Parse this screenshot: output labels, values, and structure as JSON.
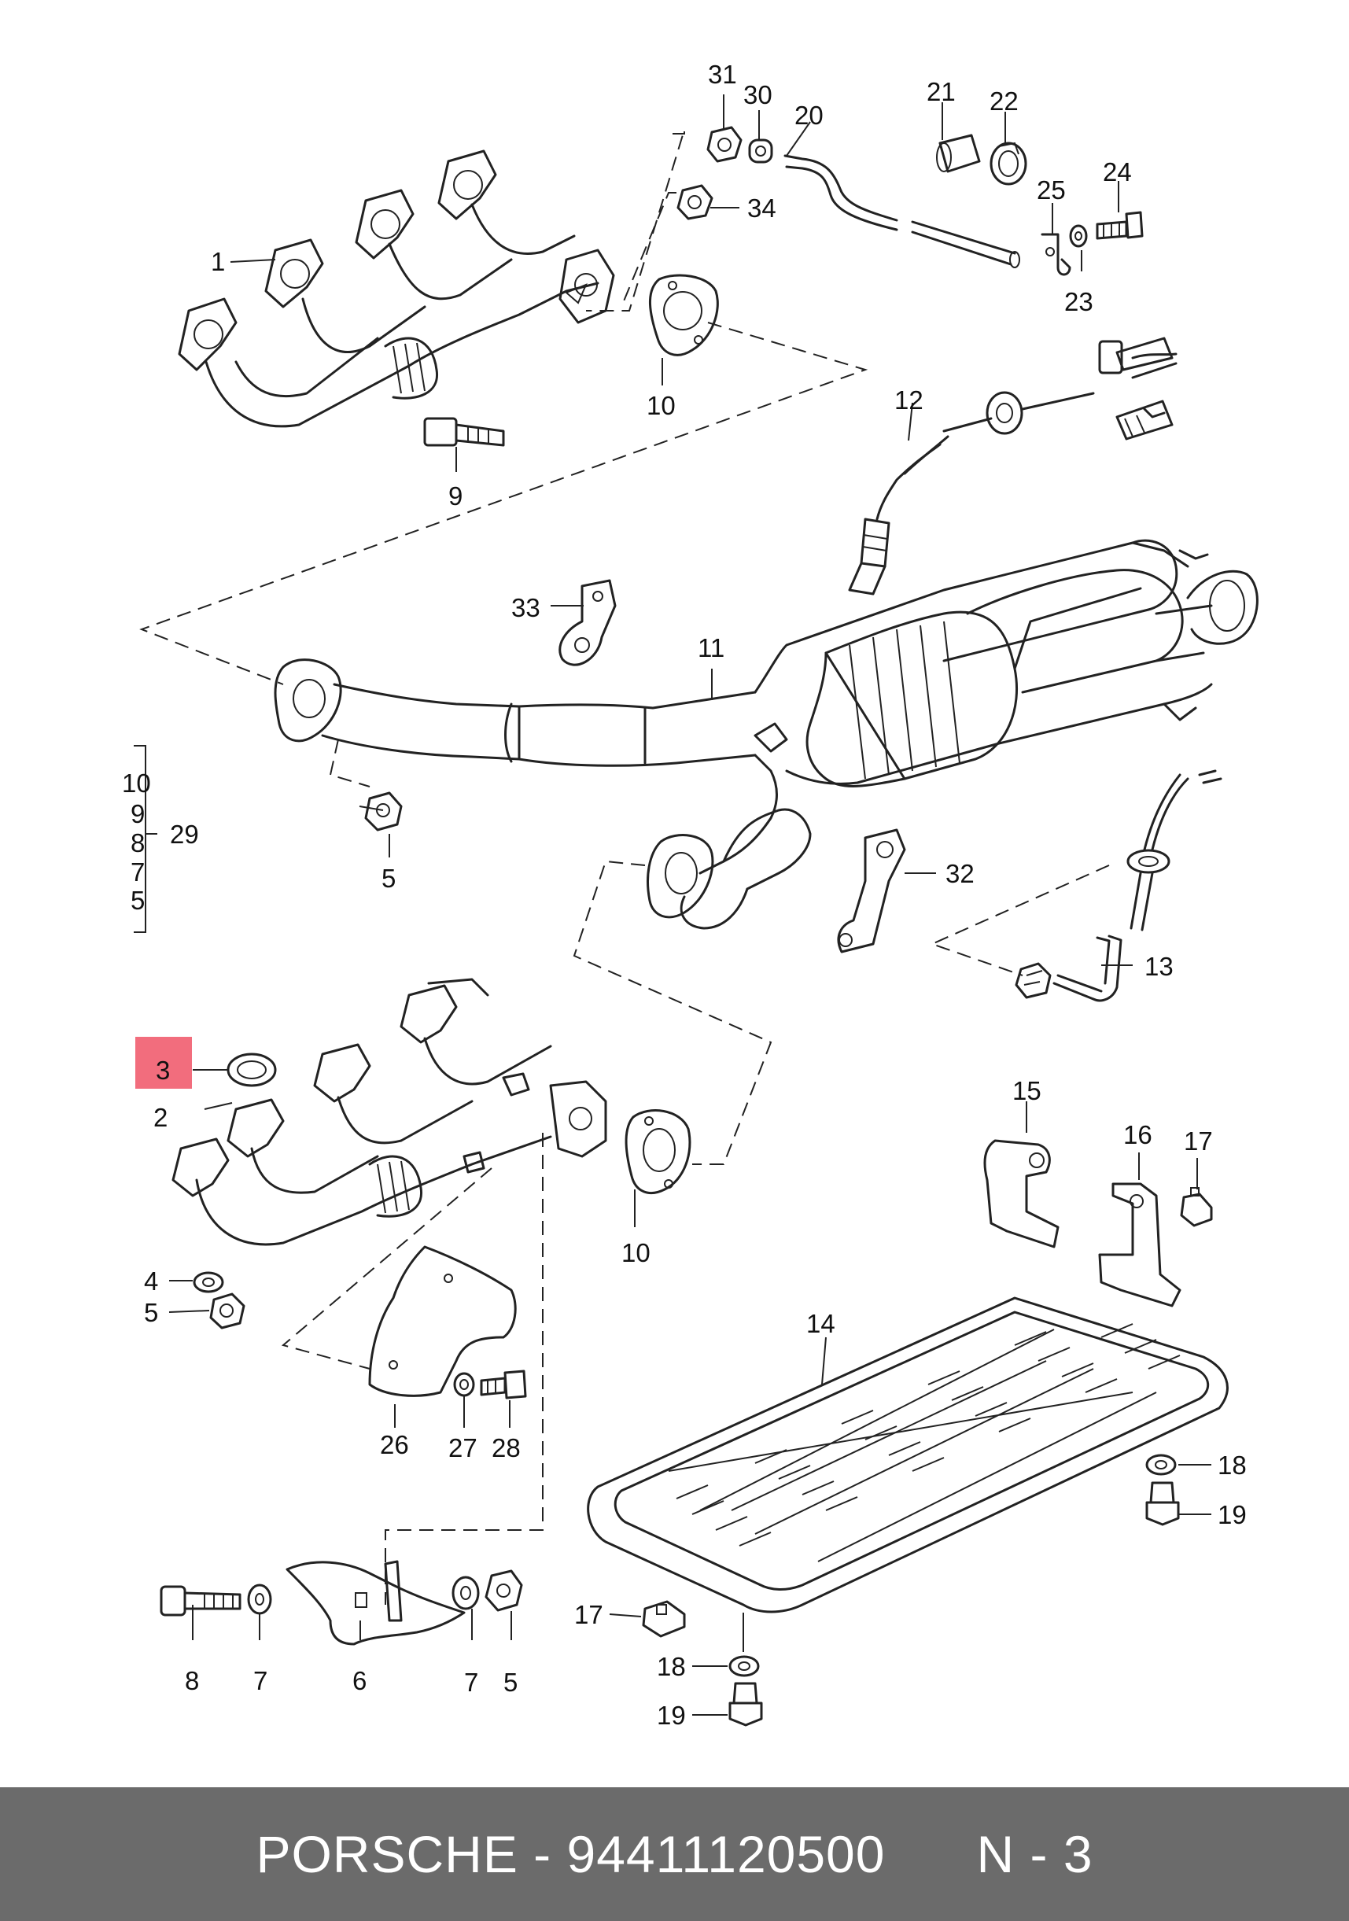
{
  "diagram": {
    "labels": {
      "l1": "1",
      "l2": "2",
      "l3": "3",
      "l4": "4",
      "l5a": "5",
      "l5b": "5",
      "l5c": "5",
      "l6": "6",
      "l7a": "7",
      "l7b": "7",
      "l8": "8",
      "l9": "9",
      "l10a": "10",
      "l10b": "10",
      "l11": "11",
      "l12": "12",
      "l13": "13",
      "l14": "14",
      "l15": "15",
      "l16": "16",
      "l17a": "17",
      "l17b": "17",
      "l18a": "18",
      "l18b": "18",
      "l19a": "19",
      "l19b": "19",
      "l20": "20",
      "l21": "21",
      "l22": "22",
      "l23": "23",
      "l24": "24",
      "l25": "25",
      "l26": "26",
      "l27": "27",
      "l28": "28",
      "l30": "30",
      "l31": "31",
      "l32": "32",
      "l33": "33",
      "l34": "34"
    },
    "group": {
      "label": "29",
      "items": [
        "10",
        "9",
        "8",
        "7",
        "5"
      ]
    },
    "highlight": {
      "color": "#f26d7d",
      "part": "3"
    }
  },
  "footer": {
    "brand": "PORSCHE",
    "separator": " - ",
    "part_number": "94411120500",
    "ref": "N - 3",
    "bg_color": "#6b6b6b"
  }
}
